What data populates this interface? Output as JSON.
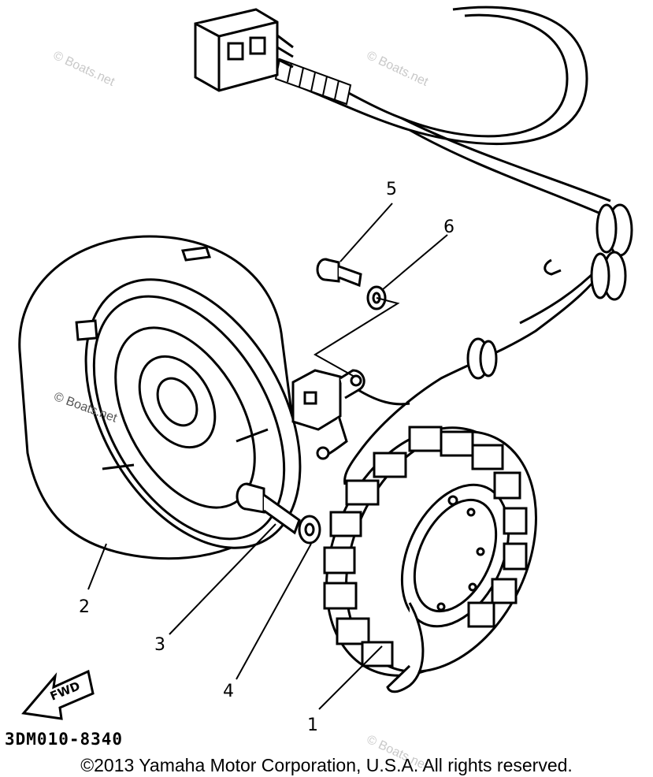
{
  "diagram": {
    "callouts": [
      {
        "id": "1",
        "label": "1"
      },
      {
        "id": "2",
        "label": "2"
      },
      {
        "id": "3",
        "label": "3"
      },
      {
        "id": "4",
        "label": "4"
      },
      {
        "id": "5",
        "label": "5"
      },
      {
        "id": "6",
        "label": "6"
      }
    ],
    "fwd_label": "FWD",
    "part_code": "3DM010-8340",
    "watermark": "© Boats.net",
    "copyright": "©2013 Yamaha Motor Corporation, U.S.A. All rights reserved."
  }
}
